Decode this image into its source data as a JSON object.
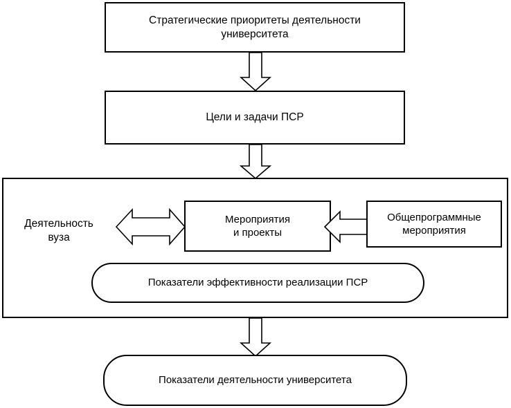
{
  "diagram": {
    "title_text": "",
    "colors": {
      "stroke": "#000000",
      "fill": "#ffffff",
      "text": "#000000"
    },
    "nodes": {
      "strategic_priorities": {
        "label_line1": "Стратегические приоритеты деятельности",
        "label_line2": "университета",
        "shape": "rectangle"
      },
      "goals_tasks": {
        "label": "Цели и задачи ПСР",
        "shape": "rectangle"
      },
      "university_activity": {
        "label_line1": "Деятельность",
        "label_line2": "вуза",
        "shape": "text"
      },
      "events_projects": {
        "label_line1": "Мероприятия",
        "label_line2": "и проекты",
        "shape": "rectangle"
      },
      "general_program_events": {
        "label_line1": "Общепрограммные",
        "label_line2": "мероприятия",
        "shape": "rectangle"
      },
      "psr_effectiveness_indicators": {
        "label": "Показатели эффективности реализации ПСР",
        "shape": "stadium"
      },
      "university_indicators": {
        "label": "Показатели деятельности университета",
        "shape": "rounded-rectangle"
      },
      "main_container": {
        "label": "",
        "shape": "rectangle-container"
      }
    },
    "arrows": [
      {
        "name": "arrow-priorities-to-goals",
        "direction": "down"
      },
      {
        "name": "arrow-goals-to-panel",
        "direction": "down"
      },
      {
        "name": "arrow-activity-events",
        "direction": "both-horizontal"
      },
      {
        "name": "arrow-general-to-events",
        "direction": "left"
      },
      {
        "name": "arrow-panel-to-indicators",
        "direction": "down"
      }
    ]
  }
}
